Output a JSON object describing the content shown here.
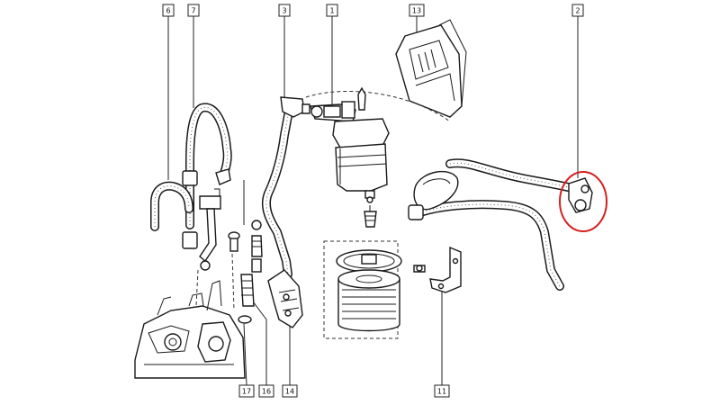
{
  "diagram": {
    "callouts": [
      {
        "id": "callout-1",
        "label": "1"
      },
      {
        "id": "callout-2",
        "label": "2"
      },
      {
        "id": "callout-3",
        "label": "3"
      },
      {
        "id": "callout-6",
        "label": "6"
      },
      {
        "id": "callout-7",
        "label": "7"
      },
      {
        "id": "callout-11",
        "label": "11"
      },
      {
        "id": "callout-13",
        "label": "13"
      },
      {
        "id": "callout-14",
        "label": "14"
      },
      {
        "id": "callout-16",
        "label": "16"
      },
      {
        "id": "callout-17",
        "label": "17"
      }
    ],
    "highlight_color": "#d42020",
    "line_color": "#1a1a1a"
  }
}
